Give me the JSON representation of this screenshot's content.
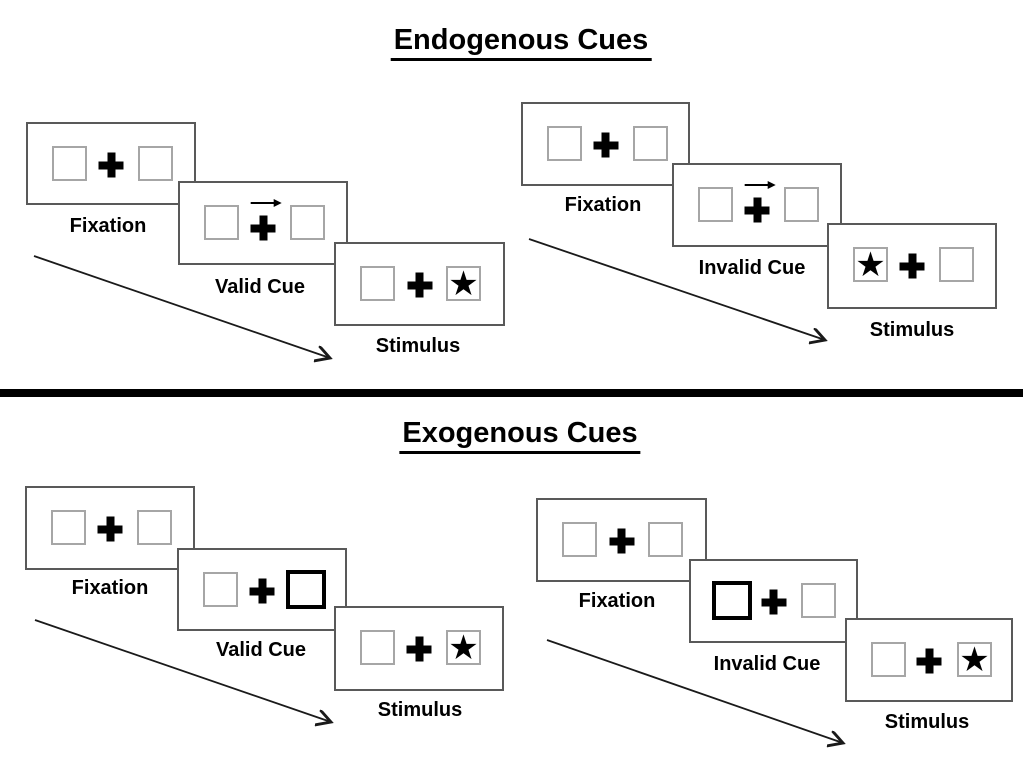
{
  "diagram": "Posner spatial cueing task — endogenous vs exogenous cues",
  "glyphs": {
    "star": "★"
  },
  "colors": {
    "background": "#ffffff",
    "ink": "#000000",
    "panel_border": "#595959",
    "square_border": "#a6a6a6"
  },
  "sections": [
    {
      "title": "Endogenous Cues",
      "sequences": [
        {
          "name": "valid",
          "steps": [
            {
              "label": "Fixation",
              "cue": "none",
              "stimulus": "none"
            },
            {
              "label": "Valid Cue",
              "cue": "central-arrow-right",
              "stimulus": "none"
            },
            {
              "label": "Stimulus",
              "cue": "none",
              "stimulus": "star-right"
            }
          ]
        },
        {
          "name": "invalid",
          "steps": [
            {
              "label": "Fixation",
              "cue": "none",
              "stimulus": "none"
            },
            {
              "label": "Invalid Cue",
              "cue": "central-arrow-right",
              "stimulus": "none"
            },
            {
              "label": "Stimulus",
              "cue": "none",
              "stimulus": "star-left"
            }
          ]
        }
      ]
    },
    {
      "title": "Exogenous Cues",
      "sequences": [
        {
          "name": "valid",
          "steps": [
            {
              "label": "Fixation",
              "cue": "none",
              "stimulus": "none"
            },
            {
              "label": "Valid Cue",
              "cue": "peripheral-box-right",
              "stimulus": "none"
            },
            {
              "label": "Stimulus",
              "cue": "none",
              "stimulus": "star-right"
            }
          ]
        },
        {
          "name": "invalid",
          "steps": [
            {
              "label": "Fixation",
              "cue": "none",
              "stimulus": "none"
            },
            {
              "label": "Invalid Cue",
              "cue": "peripheral-box-left",
              "stimulus": "none"
            },
            {
              "label": "Stimulus",
              "cue": "none",
              "stimulus": "star-right"
            }
          ]
        }
      ]
    }
  ]
}
